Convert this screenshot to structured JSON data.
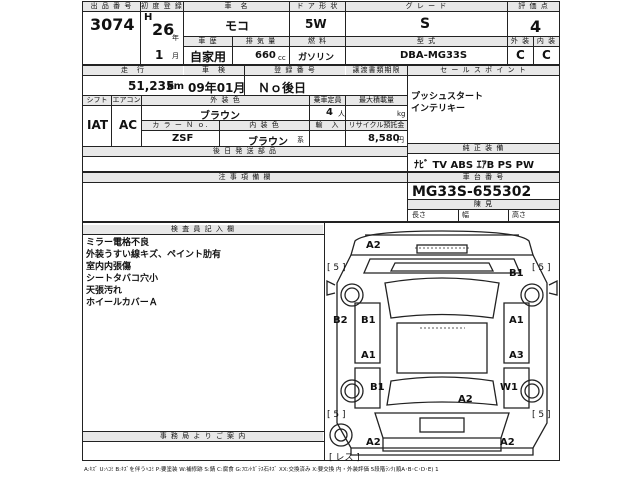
{
  "headers": {
    "lot_no": "出 品 番 号",
    "first_reg": "初 度 登 録",
    "model_name": "車　名",
    "door": "ド ア 形 状",
    "grade": "グ レ ー ド",
    "score": "評 価 点",
    "vehicle_class": "車 歴",
    "displacement": "排 気 量",
    "fuel": "燃 料",
    "model_type": "型 式",
    "exterior": "外 装",
    "interior": "内 装",
    "mileage": "走　行",
    "inspection": "車　検",
    "registration_no": "登 録 番 号",
    "transfer_deadline": "譲渡書類期限",
    "sales_points": "セ ー ル ス ポ イ ン ト",
    "shift": "シフト",
    "aircon": "エアコン",
    "ext_color": "外 装 色",
    "seats": "乗車定員",
    "max_load": "最大積載量",
    "color_no": "カ ラ ー Ｎ ｏ.",
    "int_color": "内 装 色",
    "import": "輸　入",
    "recycle": "リサイクル預託金",
    "equipment": "純 正 装 備",
    "later_parts": "後 日 発 送 部 品",
    "caution": "注 事 項 備 欄",
    "chassis_no": "車 台 番 号",
    "dimensions": "陳 見",
    "length": "長さ",
    "width": "幅",
    "height": "高さ",
    "inspector_notes": "検 査 員 記 入 欄",
    "office_notes": "事 務 局 よ り ご 案 内"
  },
  "vehicle": {
    "lot_no": "3074",
    "era": "H",
    "year": "26",
    "year_unit": "年",
    "month": "1",
    "month_unit": "月",
    "model_name": "モコ",
    "door": "5W",
    "grade": "S",
    "score": "4",
    "vehicle_class": "自家用",
    "displacement": "660",
    "displacement_unit": "cc",
    "fuel": "ガソリン",
    "model_type": "DBA-MG33S",
    "exterior_grade": "C",
    "interior_grade": "C",
    "mileage": "51,235",
    "mileage_unit": "km",
    "inspection": "09年01月",
    "registration": "Ｎｏ後日",
    "shift": "IAT",
    "aircon": "AC",
    "ext_color": "ブラウン",
    "seats": "4",
    "seats_unit": "人",
    "load_unit": "kg",
    "color_no": "ZSF",
    "int_color": "ブラウン",
    "int_color_suffix": "系",
    "recycle_fee": "8,580",
    "recycle_unit": "円",
    "equipment": "ﾅﾋﾞ TV ABS ｴｱB PS PW",
    "chassis_no": "MG33S-655302"
  },
  "sales_points": [
    "プッシュスタート",
    "インテリキー"
  ],
  "inspector_notes": [
    "ミラー電格不良",
    "外装うすい線キズ、ペイント肋有",
    "室内内張傷",
    "シートタバコ穴小",
    "天張汚れ",
    "ホイールカバーＡ"
  ],
  "damage": {
    "front_top": "A2",
    "right_front": "B1",
    "left_front_door": "B2",
    "left_front_seat": "B1",
    "right_front_door": "A1",
    "left_rear_door": "A1",
    "right_rear_door": "A3",
    "left_rear_seat": "B1",
    "right_rear_wheel": "W1",
    "rear_center": "A2",
    "rear_left": "A2",
    "rear_right": "A2",
    "tire": "5",
    "spare": "レス"
  },
  "legend": "A:ｷｽﾞ U:ﾍｺﾐ B:ｷｽﾞを伴うﾍｺﾐ P:要塗装 W:補修跡 S:錆 C:腐食 G:ﾌﾛﾝﾄｶﾞﾗｽ石ｷｽﾞ XX:交換済み X:要交換 内・外装評価 5段階ﾗﾝｸ(順A･B･C･D･E) 1"
}
